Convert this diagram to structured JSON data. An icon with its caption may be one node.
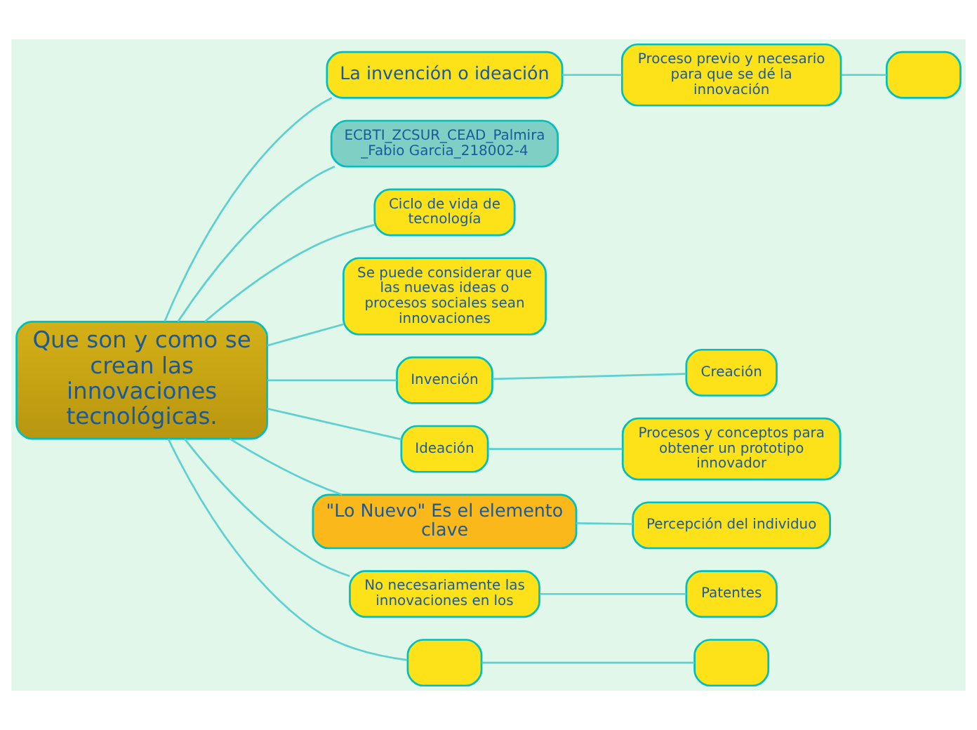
{
  "diagram": {
    "nodes": [
      {
        "text": [
          "Que son y como se crean las innovaciones tecnológicas."
        ]
      },
      {
        "text": [
          "La invención o ideación"
        ]
      },
      {
        "text": [
          "Proceso previo y necesario para que se dé la innovación"
        ]
      },
      {
        "text": [],
        "shape": "box"
      },
      {
        "text": [
          "ECBTI_ZCSUR_CEAD_Palmira _Fabio Garcia_218002-4"
        ]
      },
      {
        "text": [
          "Ciclo de vida de tecnología"
        ]
      },
      {
        "text": [
          "Se puede considerar que las nuevas ideas o procesos sociales sean innovaciones"
        ]
      },
      {
        "text": [
          "Invención"
        ]
      },
      {
        "text": [
          "Creación"
        ]
      },
      {
        "text": [
          "Ideación"
        ]
      },
      {
        "text": [
          "Procesos y conceptos para obtener un prototipo innovador"
        ]
      },
      {
        "text": [
          "\"Lo Nuevo\" Es el elemento clave"
        ]
      },
      {
        "text": [
          "Percepción del individuo"
        ]
      },
      {
        "text": [
          "No necesariamente las innovaciones en los"
        ]
      },
      {
        "text": [
          "Patentes"
        ]
      },
      {
        "text": [],
        "shape": "box"
      },
      {
        "text": [],
        "shape": "box"
      }
    ],
    "edges": [
      {
        "from": 0,
        "to": 1,
        "arrow": "none"
      },
      {
        "from": 1,
        "to": 2,
        "arrow": "none"
      },
      {
        "from": 2,
        "to": 3,
        "arrow": "none"
      },
      {
        "from": 0,
        "to": 4,
        "arrow": "none"
      },
      {
        "from": 0,
        "to": 5,
        "arrow": "none"
      },
      {
        "from": 0,
        "to": 6,
        "arrow": "none"
      },
      {
        "from": 0,
        "to": 7,
        "arrow": "none"
      },
      {
        "from": 7,
        "to": 8,
        "arrow": "none"
      },
      {
        "from": 0,
        "to": 9,
        "arrow": "none"
      },
      {
        "from": 9,
        "to": 10,
        "arrow": "none"
      },
      {
        "from": 0,
        "to": 11,
        "arrow": "none"
      },
      {
        "from": 11,
        "to": 12,
        "arrow": "none"
      },
      {
        "from": 0,
        "to": 13,
        "arrow": "none"
      },
      {
        "from": 13,
        "to": 14,
        "arrow": "none"
      },
      {
        "from": 0,
        "to": 15,
        "arrow": "none"
      },
      {
        "from": 15,
        "to": 16,
        "arrow": "none"
      }
    ]
  }
}
